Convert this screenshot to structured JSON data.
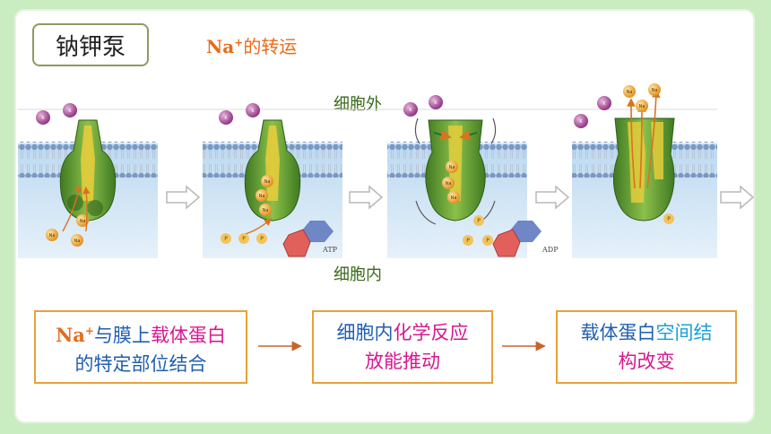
{
  "title": "钠钾泵",
  "subtitle": {
    "ion": "Na",
    "sup": "+",
    "text": "的转运"
  },
  "labels": {
    "outside": "细胞外",
    "inside": "细胞内"
  },
  "diagram_text": {
    "na": "Na",
    "k": "K",
    "p": "P",
    "atp": "ATP",
    "adp": "ADP"
  },
  "boxes": [
    {
      "parts": [
        {
          "t": "Na",
          "c": "org"
        },
        {
          "t": "+",
          "c": "org-sup"
        },
        {
          "t": "与膜上",
          "c": "blue"
        },
        {
          "t": "载体蛋白",
          "c": "mag"
        }
      ],
      "line2": [
        {
          "t": "的特定部位结合",
          "c": "blue"
        }
      ]
    },
    {
      "parts": [
        {
          "t": "细胞内",
          "c": "blue"
        },
        {
          "t": "化学反应",
          "c": "mag"
        }
      ],
      "line2": [
        {
          "t": "放能推动",
          "c": "mag"
        }
      ]
    },
    {
      "parts": [
        {
          "t": "载体蛋白",
          "c": "blue"
        },
        {
          "t": "空间结",
          "c": "cyan"
        }
      ],
      "line2": [
        {
          "t": "构改变",
          "c": "mag"
        }
      ]
    }
  ],
  "colors": {
    "background": "#c9ecc0",
    "box_border": "#e8a13a",
    "flow_arrow": "#c8632a",
    "protein": "#4e8a2a",
    "channel": "#e2c53a",
    "membrane": "#6d8fb8",
    "ion_na": "#e8a22e",
    "ion_k": "#9a3f8a"
  }
}
